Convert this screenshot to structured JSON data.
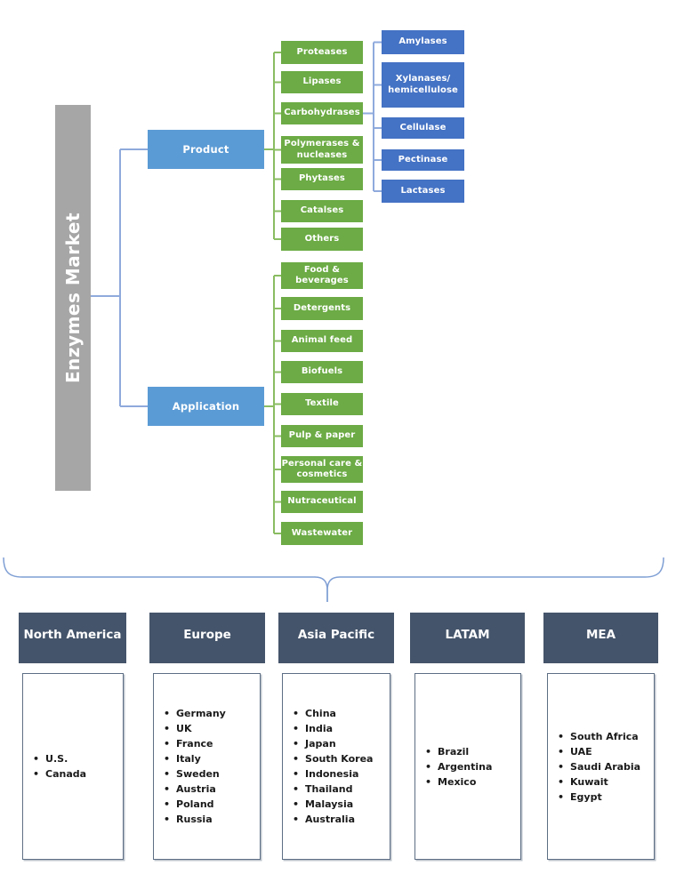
{
  "root": {
    "title": "Enzymes Market"
  },
  "branches": {
    "product": {
      "label": "Product"
    },
    "application": {
      "label": "Application"
    }
  },
  "product_segments": [
    "Proteases",
    "Lipases",
    "Carbohydrases",
    "Polymerases &\nnucleases",
    "Phytases",
    "Catalses",
    "Others"
  ],
  "carbohydrases_subsegments": [
    "Amylases",
    "Xylanases/\nhemicellulose",
    "Cellulase",
    "Pectinase",
    "Lactases"
  ],
  "application_segments": [
    "Food &\nbeverages",
    "Detergents",
    "Animal feed",
    "Biofuels",
    "Textile",
    "Pulp & paper",
    "Personal care &\ncosmetics",
    "Nutraceutical",
    "Wastewater"
  ],
  "regions": [
    {
      "name": "North America",
      "countries": [
        "U.S.",
        "Canada"
      ]
    },
    {
      "name": "Europe",
      "countries": [
        "Germany",
        "UK",
        "France",
        "Italy",
        "Sweden",
        "Austria",
        "Poland",
        "Russia"
      ]
    },
    {
      "name": "Asia Pacific",
      "countries": [
        "China",
        "India",
        "Japan",
        "South Korea",
        "Indonesia",
        "Thailand",
        "Malaysia",
        "Australia"
      ]
    },
    {
      "name": "LATAM",
      "countries": [
        "Brazil",
        "Argentina",
        "Mexico"
      ]
    },
    {
      "name": "MEA",
      "countries": [
        "South Africa",
        "UAE",
        "Saudi Arabia",
        "Kuwait",
        "Egypt"
      ]
    }
  ],
  "colors": {
    "root_bar": "#A6A6A6",
    "branch_blue": "#5B9BD5",
    "segment_green": "#6CAB45",
    "subsegment_blue": "#4472C4",
    "region_header": "#44546A",
    "connector_blue": "#8FAADC",
    "connector_green": "#8ABD62",
    "brace_blue": "#7F9FD4"
  }
}
